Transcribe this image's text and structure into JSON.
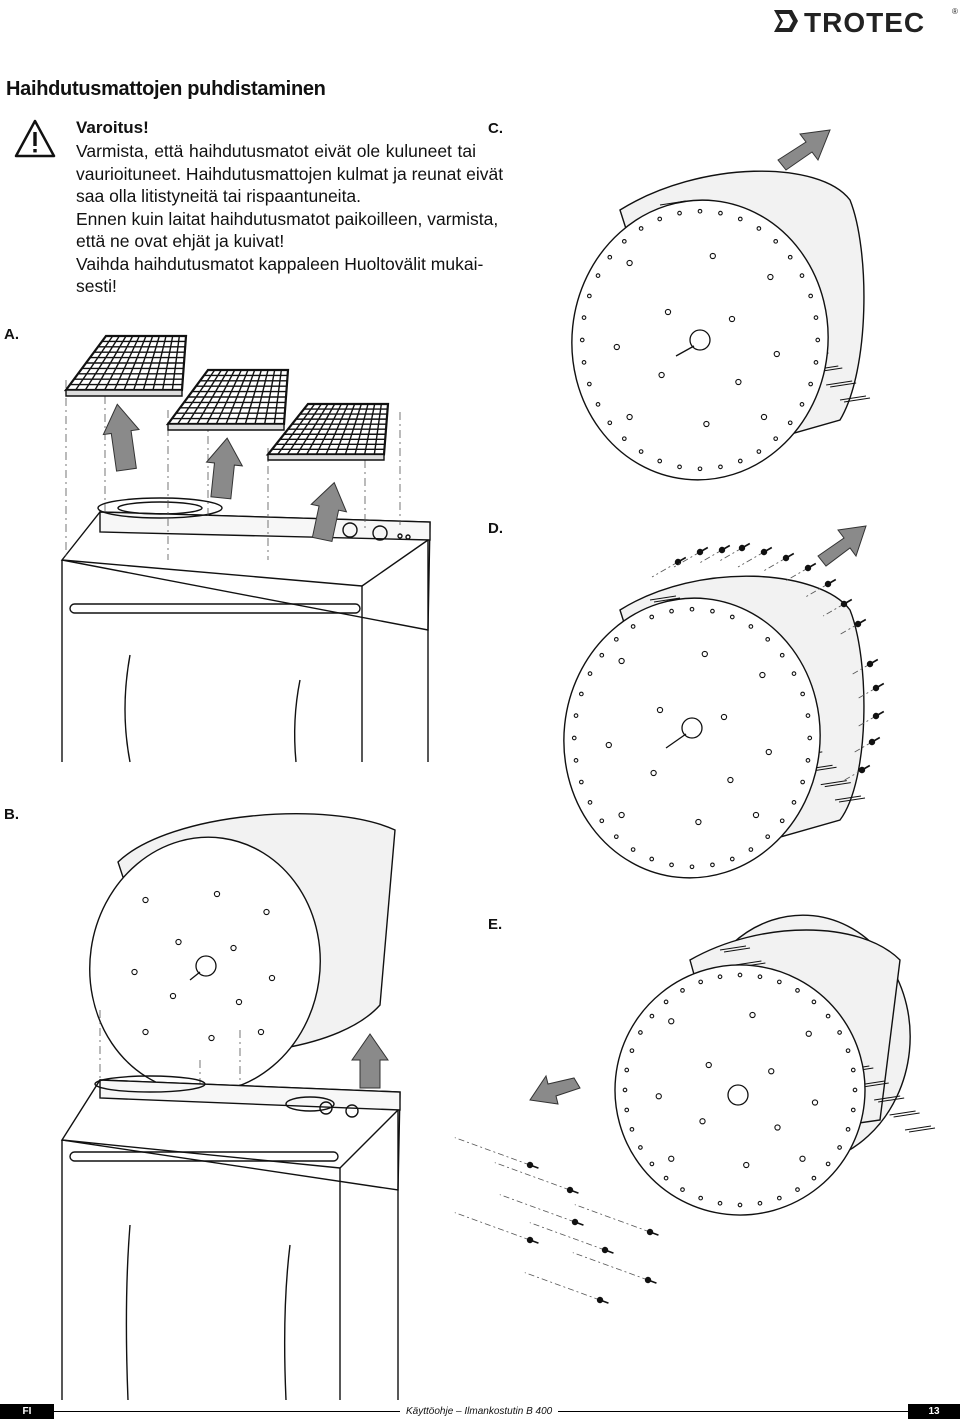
{
  "header": {
    "brand": "TROTEC",
    "registered_mark": "®"
  },
  "section_title": "Haihdutusmattojen puhdistaminen",
  "warning": {
    "title": "Varoitus!",
    "lines": [
      "Varmista, että haihdutusmatot eivät ole kuluneet tai",
      "vaurioituneet. Haihdutusmattojen kulmat ja reunat eivät",
      "saa olla litistyneitä tai rispaantuneita.",
      "Ennen kuin laitat haihdutusmatot paikoilleen, varmista,",
      "että ne ovat ehjät ja kuivat!",
      "Vaihda haihdutusmatot kappaleen Huoltovälit mukai-",
      "sesti!"
    ]
  },
  "figures": {
    "a": "A.",
    "b": "B.",
    "c": "C.",
    "d": "D.",
    "e": "E."
  },
  "footer": {
    "language": "FI",
    "document": "Käyttöohje – Ilmankostutin B 400",
    "page": "13"
  },
  "icons": {
    "warning": "warning-triangle-icon",
    "arrow": "direction-arrow-icon",
    "screw": "screw-icon"
  },
  "colors": {
    "arrow_fill": "#8a8a8a",
    "disc_fill": "#f2f2f2",
    "line": "#111111",
    "footer_box": "#000000"
  }
}
